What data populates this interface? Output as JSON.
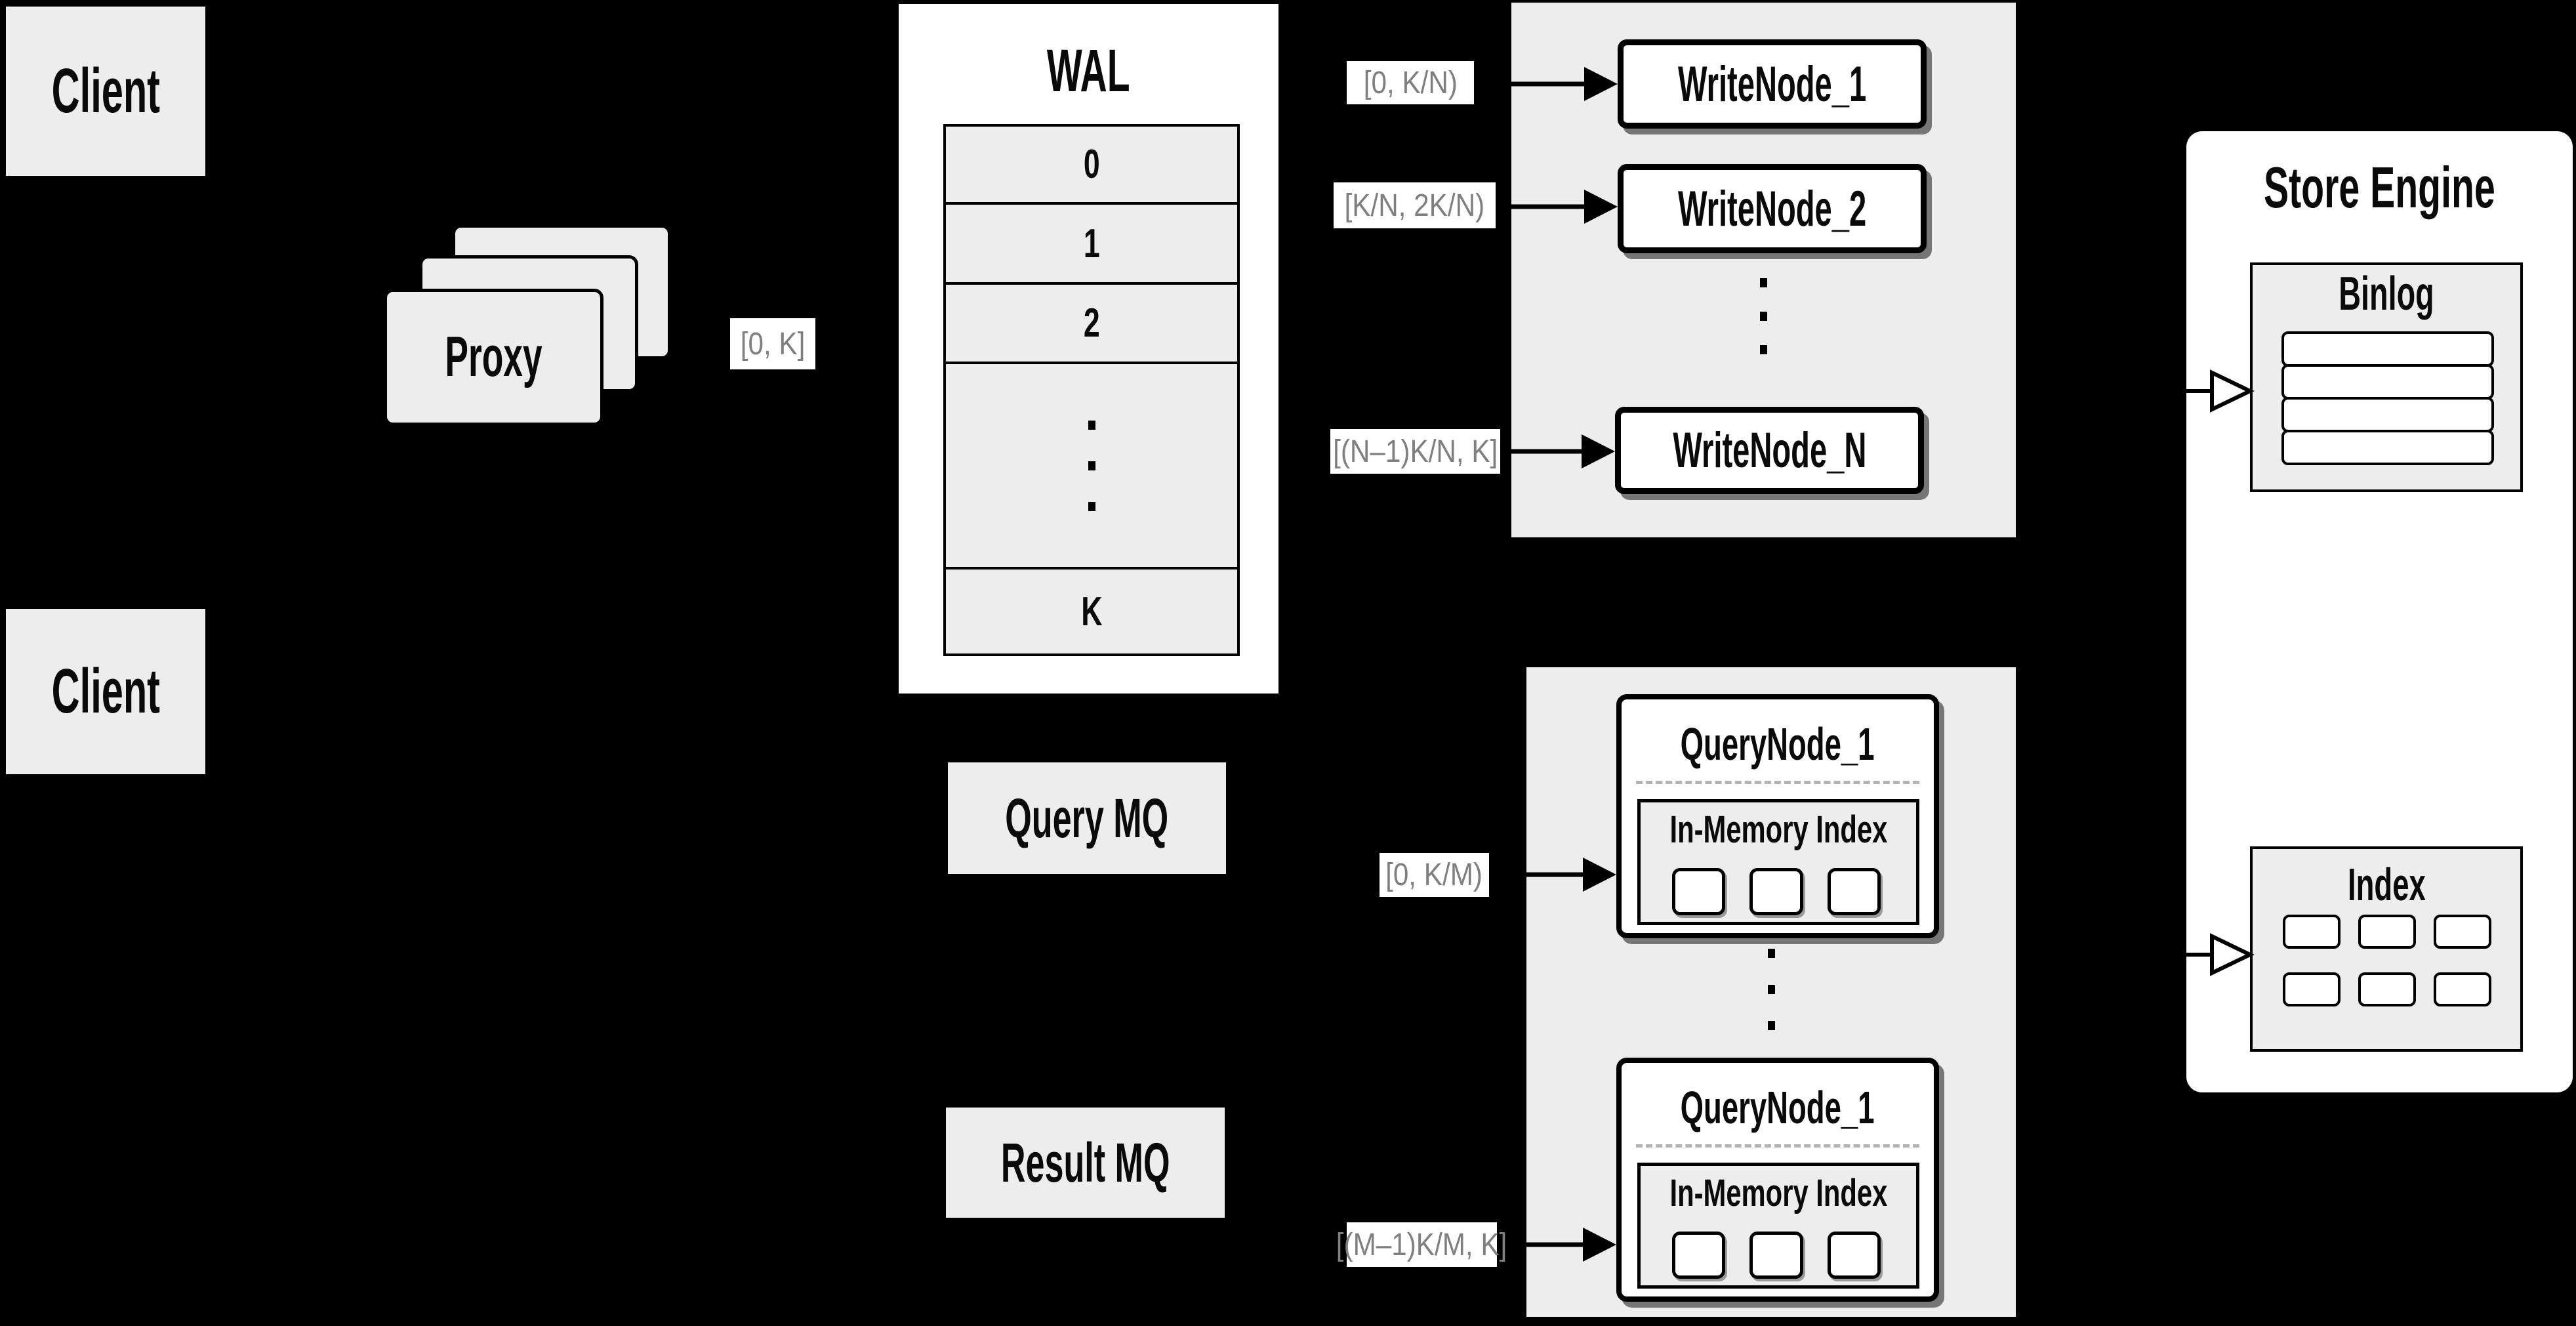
{
  "colors": {
    "background": "#000000",
    "panel_gray": "#ededed",
    "box_white": "#ffffff",
    "stroke": "#000000",
    "edge_label_text": "#7f7f7f",
    "dashed_separator": "#b3b3b3"
  },
  "clients": {
    "top": "Client",
    "bottom": "Client"
  },
  "proxy": {
    "title": "Proxy"
  },
  "wal": {
    "title": "WAL",
    "rows": [
      "0",
      "1",
      "2"
    ],
    "last_row": "K"
  },
  "edge_labels": {
    "proxy_to_wal": "[0, K]",
    "wal_to_write1": "[0, K/N)",
    "wal_to_write2": "[K/N, 2K/N)",
    "wal_to_writeN": "[(N–1)K/N, K]",
    "mq_to_query1": "[0, K/M)",
    "mq_to_queryM": "[(M–1)K/M, K]"
  },
  "write_group": {
    "nodes": [
      "WriteNode_1",
      "WriteNode_2"
    ],
    "last_node": "WriteNode_N"
  },
  "mq": {
    "query": "Query MQ",
    "result": "Result MQ"
  },
  "query_group": {
    "nodes": [
      {
        "title": "QueryNode_1",
        "panel_title": "In-Memory Index"
      },
      {
        "title": "QueryNode_1",
        "panel_title": "In-Memory Index"
      }
    ]
  },
  "store_engine": {
    "title": "Store Engine",
    "binlog_title": "Binlog",
    "index_title": "Index"
  }
}
